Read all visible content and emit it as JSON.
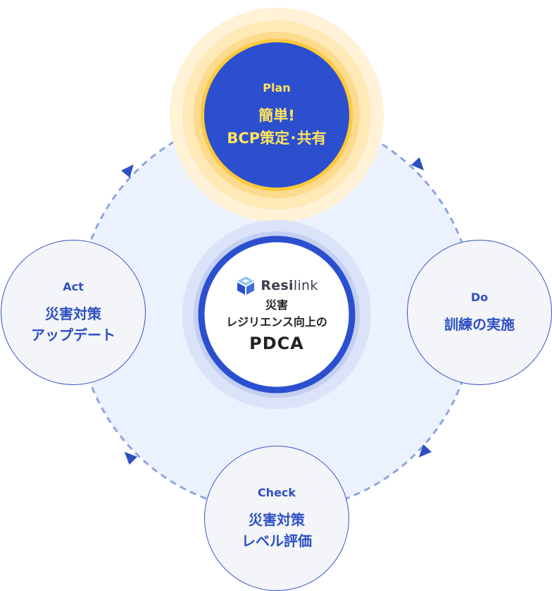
{
  "colors": {
    "primary": "#2e4fc4",
    "plan_fill": "#2c4fcf",
    "plan_text": "#ffe45e",
    "halo": "#ffc93c",
    "cycle_bg": "#ecf2fd",
    "arrow": "#8da5e0",
    "node_bg": "#f3f5f8"
  },
  "center": {
    "brand": "Resilink",
    "brand_bold": "Resi",
    "brand_light": "link",
    "text": "災害\nレジリエンス向上の",
    "title": "PDCA"
  },
  "plan": {
    "phase": "Plan",
    "desc": "簡単!\nBCP策定･共有"
  },
  "do": {
    "phase": "Do",
    "desc": "訓練の実施"
  },
  "check": {
    "phase": "Check",
    "desc": "災害対策\nレベル評価"
  },
  "act": {
    "phase": "Act",
    "desc": "災害対策\nアップデート"
  }
}
